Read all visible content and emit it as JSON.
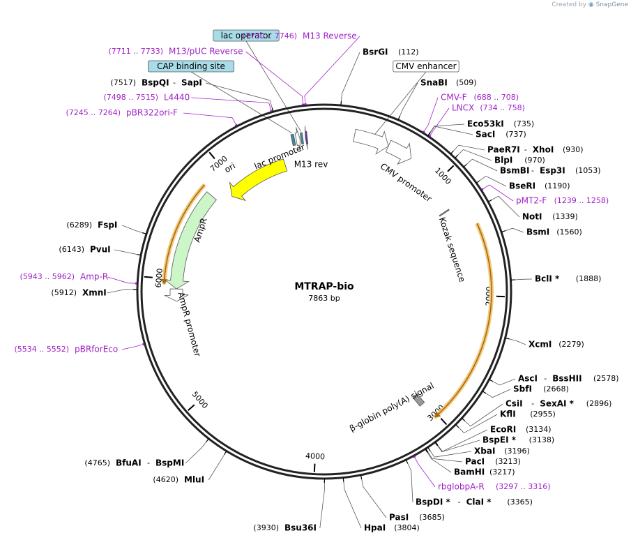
{
  "credit": {
    "prefix": "Created by",
    "brand": "SnapGene"
  },
  "map": {
    "name": "MTRAP-bio",
    "length_label": "7863 bp",
    "length": 7863
  },
  "ticks": [
    {
      "pos": 1000,
      "label": "1000"
    },
    {
      "pos": 2000,
      "label": "2000"
    },
    {
      "pos": 3000,
      "label": "3000"
    },
    {
      "pos": 4000,
      "label": "4000"
    },
    {
      "pos": 5000,
      "label": "5000"
    },
    {
      "pos": 6000,
      "label": "6000"
    },
    {
      "pos": 7000,
      "label": "7000"
    }
  ],
  "features": [
    {
      "name": "lac promoter",
      "start": 7635,
      "end": 7666,
      "color": "#ffffff",
      "strand": 1
    },
    {
      "name": "lac operator",
      "start": 7674,
      "end": 7690,
      "color": "#3a8aa0",
      "strand": 0
    },
    {
      "name": "M13 rev",
      "start": 7710,
      "end": 7726,
      "color": "#6a2fb0",
      "strand": -1
    },
    {
      "name": "CAP binding site",
      "start": 7600,
      "end": 7622,
      "color": "#3a8aa0",
      "strand": 0
    },
    {
      "name": "CMV enhancer",
      "start": 240,
      "end": 520,
      "color": "#ffffff",
      "strand": 1
    },
    {
      "name": "CMV promoter",
      "start": 520,
      "end": 724,
      "color": "#ffffff",
      "strand": 1
    },
    {
      "name": "Kozak sequence",
      "start": 1234,
      "end": 1243,
      "color": "#888888",
      "strand": 0
    },
    {
      "name": "β-globin poly(A) signal",
      "start": 3010,
      "end": 3060,
      "color": "#999999",
      "strand": 0
    },
    {
      "name": "ori",
      "start": 6900,
      "end": 7489,
      "color": "#ffff00",
      "strand": -1
    },
    {
      "name": "AmpR",
      "start": 5920,
      "end": 6780,
      "color": "#ccf5c8",
      "strand": -1
    },
    {
      "name": "AmpR promoter",
      "start": 5815,
      "end": 5920,
      "color": "#ffffff",
      "strand": -1
    }
  ],
  "orfs": [
    {
      "start": 1440,
      "end": 3030,
      "strand": 1
    },
    {
      "start": 5955,
      "end": 6810,
      "strand": -1
    }
  ],
  "sites": [
    {
      "name": "BsrGI",
      "pos": 112,
      "pos_label": "(112)"
    },
    {
      "name": "SnaBI",
      "pos": 509,
      "pos_label": "(509)"
    },
    {
      "name": "Eco53kI",
      "pos": 735,
      "pos_label": "(735)"
    },
    {
      "name": "SacI",
      "pos": 737,
      "pos_label": "(737)"
    },
    {
      "name": "PaeR7I",
      "name2": "XhoI",
      "pos": 930,
      "pos_label": "(930)"
    },
    {
      "name": "BlpI",
      "pos": 970,
      "pos_label": "(970)"
    },
    {
      "name": "BsmBI",
      "name2": "Esp3I",
      "pos": 1053,
      "pos_label": "(1053)"
    },
    {
      "name": "BseRI",
      "pos": 1190,
      "pos_label": "(1190)"
    },
    {
      "name": "NotI",
      "pos": 1339,
      "pos_label": "(1339)"
    },
    {
      "name": "BsmI",
      "pos": 1560,
      "pos_label": "(1560)"
    },
    {
      "name": "BclI *",
      "pos": 1888,
      "pos_label": "(1888)"
    },
    {
      "name": "XcmI",
      "pos": 2279,
      "pos_label": "(2279)"
    },
    {
      "name": "AscI",
      "name2": "BssHII",
      "pos": 2578,
      "pos_label": "(2578)"
    },
    {
      "name": "SbfI",
      "pos": 2668,
      "pos_label": "(2668)"
    },
    {
      "name": "CsiI",
      "name2": "SexAI *",
      "pos": 2896,
      "pos_label": "(2896)"
    },
    {
      "name": "KflI",
      "pos": 2955,
      "pos_label": "(2955)"
    },
    {
      "name": "EcoRI",
      "pos": 3134,
      "pos_label": "(3134)"
    },
    {
      "name": "BspEI *",
      "pos": 3138,
      "pos_label": "(3138)"
    },
    {
      "name": "XbaI",
      "pos": 3196,
      "pos_label": "(3196)"
    },
    {
      "name": "PacI",
      "pos": 3213,
      "pos_label": "(3213)"
    },
    {
      "name": "BamHI",
      "pos": 3217,
      "pos_label": "(3217)"
    },
    {
      "name": "BspDI *",
      "name2": "ClaI *",
      "pos": 3365,
      "pos_label": "(3365)"
    },
    {
      "name": "PasI",
      "pos": 3685,
      "pos_label": "(3685)"
    },
    {
      "name": "HpaI",
      "pos": 3804,
      "pos_label": "(3804)"
    },
    {
      "name": "Bsu36I",
      "pos": 3930,
      "pos_label": "(3930)"
    },
    {
      "name": "MluI",
      "pos": 4620,
      "pos_label": "(4620)"
    },
    {
      "name": "BfuAI",
      "name2": "BspMI",
      "pos": 4765,
      "pos_label": "(4765)"
    },
    {
      "name": "XmnI",
      "pos": 5912,
      "pos_label": "(5912)"
    },
    {
      "name": "PvuI",
      "pos": 6143,
      "pos_label": "(6143)"
    },
    {
      "name": "FspI",
      "pos": 6289,
      "pos_label": "(6289)"
    },
    {
      "name": "BspQI",
      "name2": "SapI",
      "pos": 7517,
      "pos_label": "(7517)"
    }
  ],
  "primers": [
    {
      "name": "M13 Reverse",
      "pos": 7738,
      "range_label": "(7730 .. 7746)"
    },
    {
      "name": "M13/pUC Reverse",
      "pos": 7722,
      "range_label": "(7711 .. 7733)"
    },
    {
      "name": "L4440",
      "pos": 7506,
      "range_label": "(7498 .. 7515)"
    },
    {
      "name": "pBR322ori-F",
      "pos": 7254,
      "range_label": "(7245 .. 7264)"
    },
    {
      "name": "CMV-F",
      "pos": 698,
      "range_label": "(688 .. 708)"
    },
    {
      "name": "LNCX",
      "pos": 746,
      "range_label": "(734 .. 758)"
    },
    {
      "name": "pMT2-F",
      "pos": 1248,
      "range_label": "(1239 .. 1258)"
    },
    {
      "name": "rbglobpA-R",
      "pos": 3306,
      "range_label": "(3297 .. 3316)"
    },
    {
      "name": "Amp-R",
      "pos": 5952,
      "range_label": "(5943 .. 5962)"
    },
    {
      "name": "pBRforEco",
      "pos": 5543,
      "range_label": "(5534 .. 5552)"
    }
  ]
}
